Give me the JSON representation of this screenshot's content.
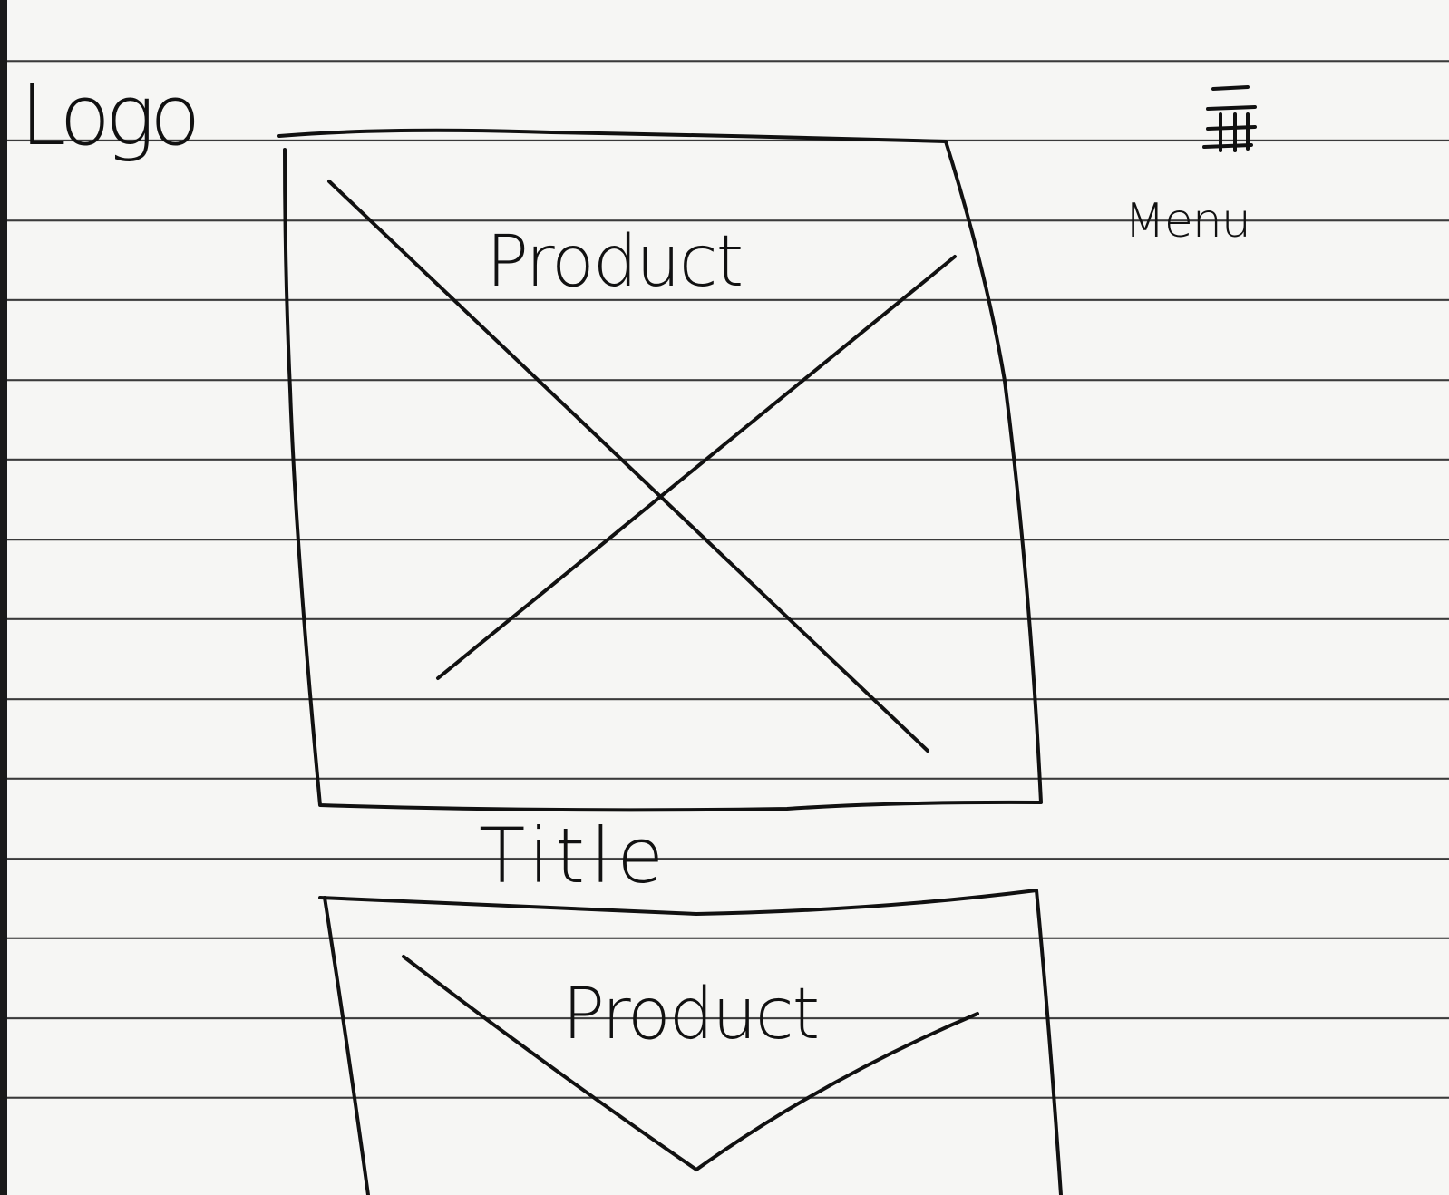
{
  "header": {
    "logo_text": "Logo",
    "menu_label": "Menu",
    "menu_icon": "hamburger-icon"
  },
  "products": [
    {
      "label": "Product",
      "image_icon": "image-placeholder-icon"
    },
    {
      "label": "Product",
      "image_icon": "image-placeholder-icon"
    }
  ],
  "section": {
    "title": "Title"
  }
}
